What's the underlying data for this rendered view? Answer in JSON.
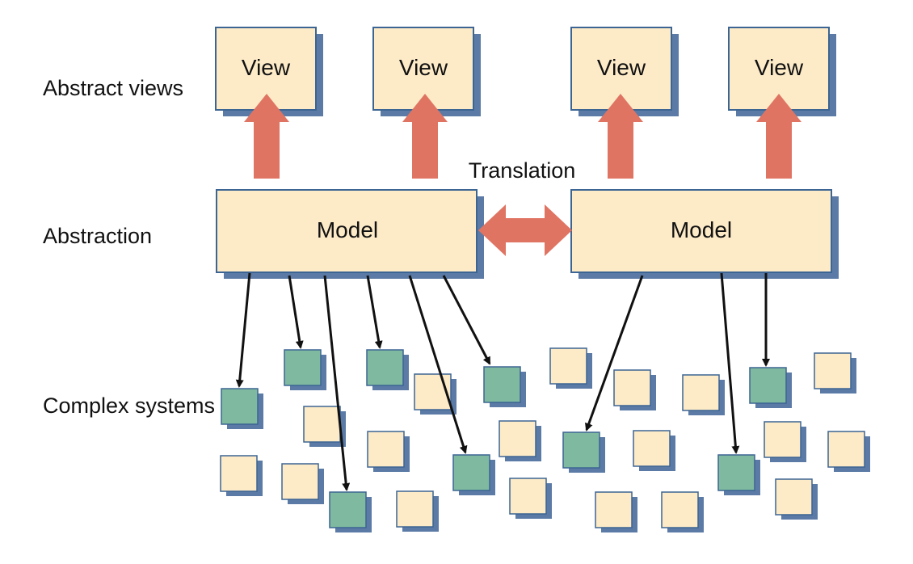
{
  "labels": {
    "abstract_views": "Abstract views",
    "abstraction": "Abstraction",
    "complex_systems": "Complex systems",
    "translation": "Translation"
  },
  "views": [
    "View",
    "View",
    "View",
    "View"
  ],
  "models": [
    "Model",
    "Model"
  ],
  "colors": {
    "box_fill": "#fdebc8",
    "box_stroke": "#3d6593",
    "box_shadow": "#5b7ba6",
    "highlight_fill": "#7fbaa0",
    "arrow_salmon": "#e07463",
    "arrow_line": "#111111"
  }
}
